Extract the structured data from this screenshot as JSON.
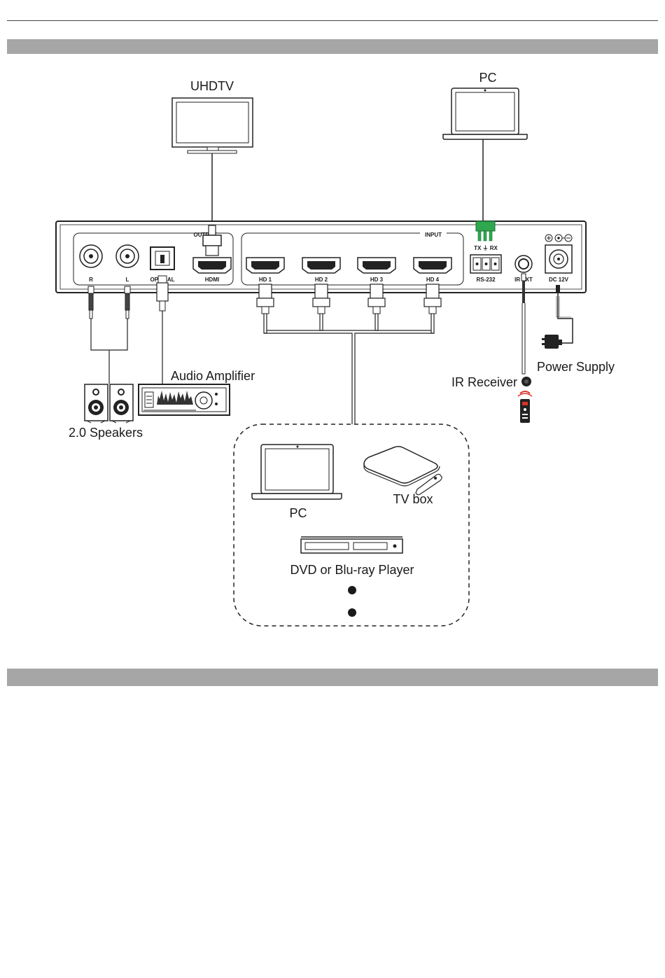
{
  "labels": {
    "uhdtv": "UHDTV",
    "pc_top": "PC",
    "audio_amplifier": "Audio Amplifier",
    "speakers": "2.0 Speakers",
    "ir_receiver": "IR Receiver",
    "power_supply": "Power Supply",
    "pc_source": "PC",
    "tv_box": "TV box",
    "dvd_player": "DVD or Blu-ray Player"
  },
  "panel": {
    "output_group": "OUTPUT",
    "input_group": "INPUT",
    "port_r": "R",
    "port_l": "L",
    "port_optical": "OPTICAL",
    "port_hdmi": "HDMI",
    "port_hd1": "HD 1",
    "port_hd2": "HD 2",
    "port_hd3": "HD 3",
    "port_hd4": "HD 4",
    "tx_rx": "TX ⏚ RX",
    "rs232": "RS-232",
    "ir_ext": "IR EXT",
    "dc12v": "DC 12V"
  },
  "colors": {
    "section_bar": "#a6a6a6",
    "terminal_green": "#2fa84f",
    "ir_red": "#d9342b"
  }
}
